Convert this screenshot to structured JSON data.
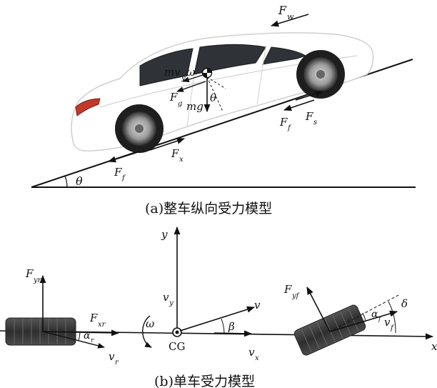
{
  "panel_a": {
    "caption": "(a)整车纵向受力模型",
    "labels": {
      "theta": "θ",
      "Fw": "F",
      "Fw_sub": "w",
      "mv": "mv",
      "mv_sub": "y",
      "omega": "ω",
      "Fg": "F",
      "Fg_sub": "g",
      "mg": "mg",
      "theta2": "θ",
      "Ff1": "F",
      "Ff1_sub": "f",
      "Ff2": "F",
      "Ff2_sub": "f",
      "Fs": "F",
      "Fs_sub": "s",
      "Fx": "F",
      "Fx_sub": "x"
    }
  },
  "panel_b": {
    "caption": "(b)单车受力模型",
    "labels": {
      "y": "y",
      "x": "x",
      "Fyr": "F",
      "Fyr_sub": "yr",
      "Fxr": "F",
      "Fxr_sub": "xr",
      "alpha_r": "α",
      "alpha_r_sub": "r",
      "vr": "v",
      "vr_sub": "r",
      "omega": "ω",
      "CG": "CG",
      "vy": "v",
      "vy_sub": "y",
      "vx": "v",
      "vx_sub": "x",
      "v": "v",
      "beta": "β",
      "Fyf": "F",
      "Fyf_sub": "yf",
      "alpha_f": "α",
      "alpha_f_sub": "f",
      "delta": "δ",
      "vf": "v",
      "vf_sub": "f"
    }
  },
  "colors": {
    "ink": "#111111",
    "tire": "#3c3c3c",
    "body": "#ffffff",
    "taillight": "#c0392b"
  }
}
